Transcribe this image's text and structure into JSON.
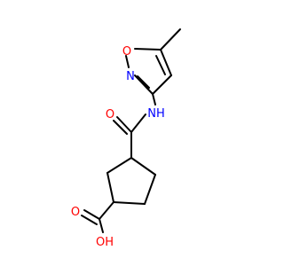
{
  "atoms": {
    "isoxazole_oxygen": {
      "label": "O",
      "color": "#ff0000"
    },
    "isoxazole_nitrogen": {
      "label": "N",
      "color": "#0000ff"
    },
    "amide_nh": {
      "label": "NH",
      "color": "#0000ff"
    },
    "amide_oxygen": {
      "label": "O",
      "color": "#ff0000"
    },
    "acid_oxygen": {
      "label": "O",
      "color": "#ff0000"
    },
    "acid_hydroxyl": {
      "label": "OH",
      "color": "#ff0000"
    }
  },
  "colors": {
    "bond": "#000000",
    "oxygen": "#ff0000",
    "nitrogen": "#0000ff",
    "background": "#ffffff"
  }
}
